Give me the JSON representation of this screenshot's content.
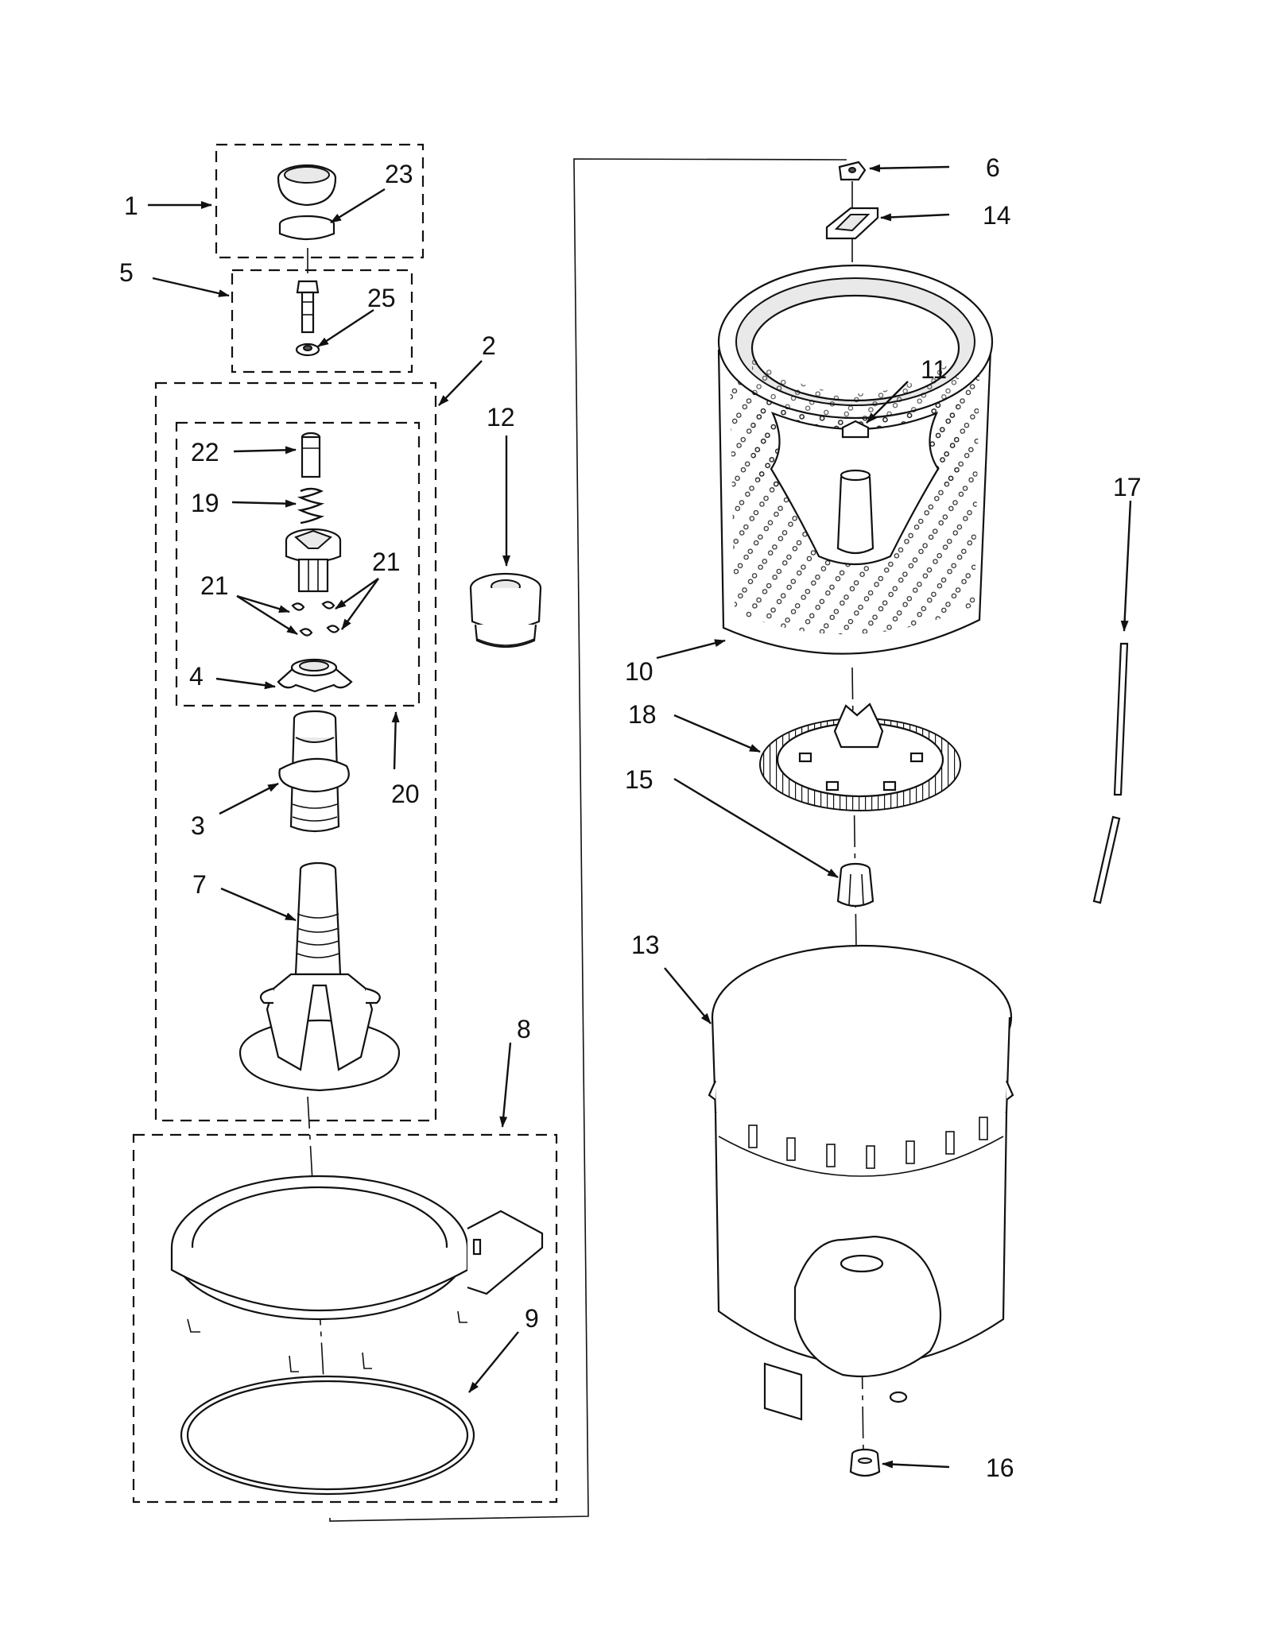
{
  "diagram": {
    "callouts": [
      {
        "id": "1",
        "text": "1"
      },
      {
        "id": "23",
        "text": "23"
      },
      {
        "id": "5",
        "text": "5"
      },
      {
        "id": "25",
        "text": "25"
      },
      {
        "id": "2",
        "text": "2"
      },
      {
        "id": "12",
        "text": "12"
      },
      {
        "id": "22",
        "text": "22"
      },
      {
        "id": "19",
        "text": "19"
      },
      {
        "id": "21a",
        "text": "21"
      },
      {
        "id": "21b",
        "text": "21"
      },
      {
        "id": "4",
        "text": "4"
      },
      {
        "id": "20",
        "text": "20"
      },
      {
        "id": "3",
        "text": "3"
      },
      {
        "id": "7",
        "text": "7"
      },
      {
        "id": "8",
        "text": "8"
      },
      {
        "id": "9",
        "text": "9"
      },
      {
        "id": "6",
        "text": "6"
      },
      {
        "id": "14",
        "text": "14"
      },
      {
        "id": "11",
        "text": "11"
      },
      {
        "id": "17",
        "text": "17"
      },
      {
        "id": "10",
        "text": "10"
      },
      {
        "id": "18",
        "text": "18"
      },
      {
        "id": "15",
        "text": "15"
      },
      {
        "id": "13",
        "text": "13"
      },
      {
        "id": "16",
        "text": "16"
      }
    ]
  }
}
